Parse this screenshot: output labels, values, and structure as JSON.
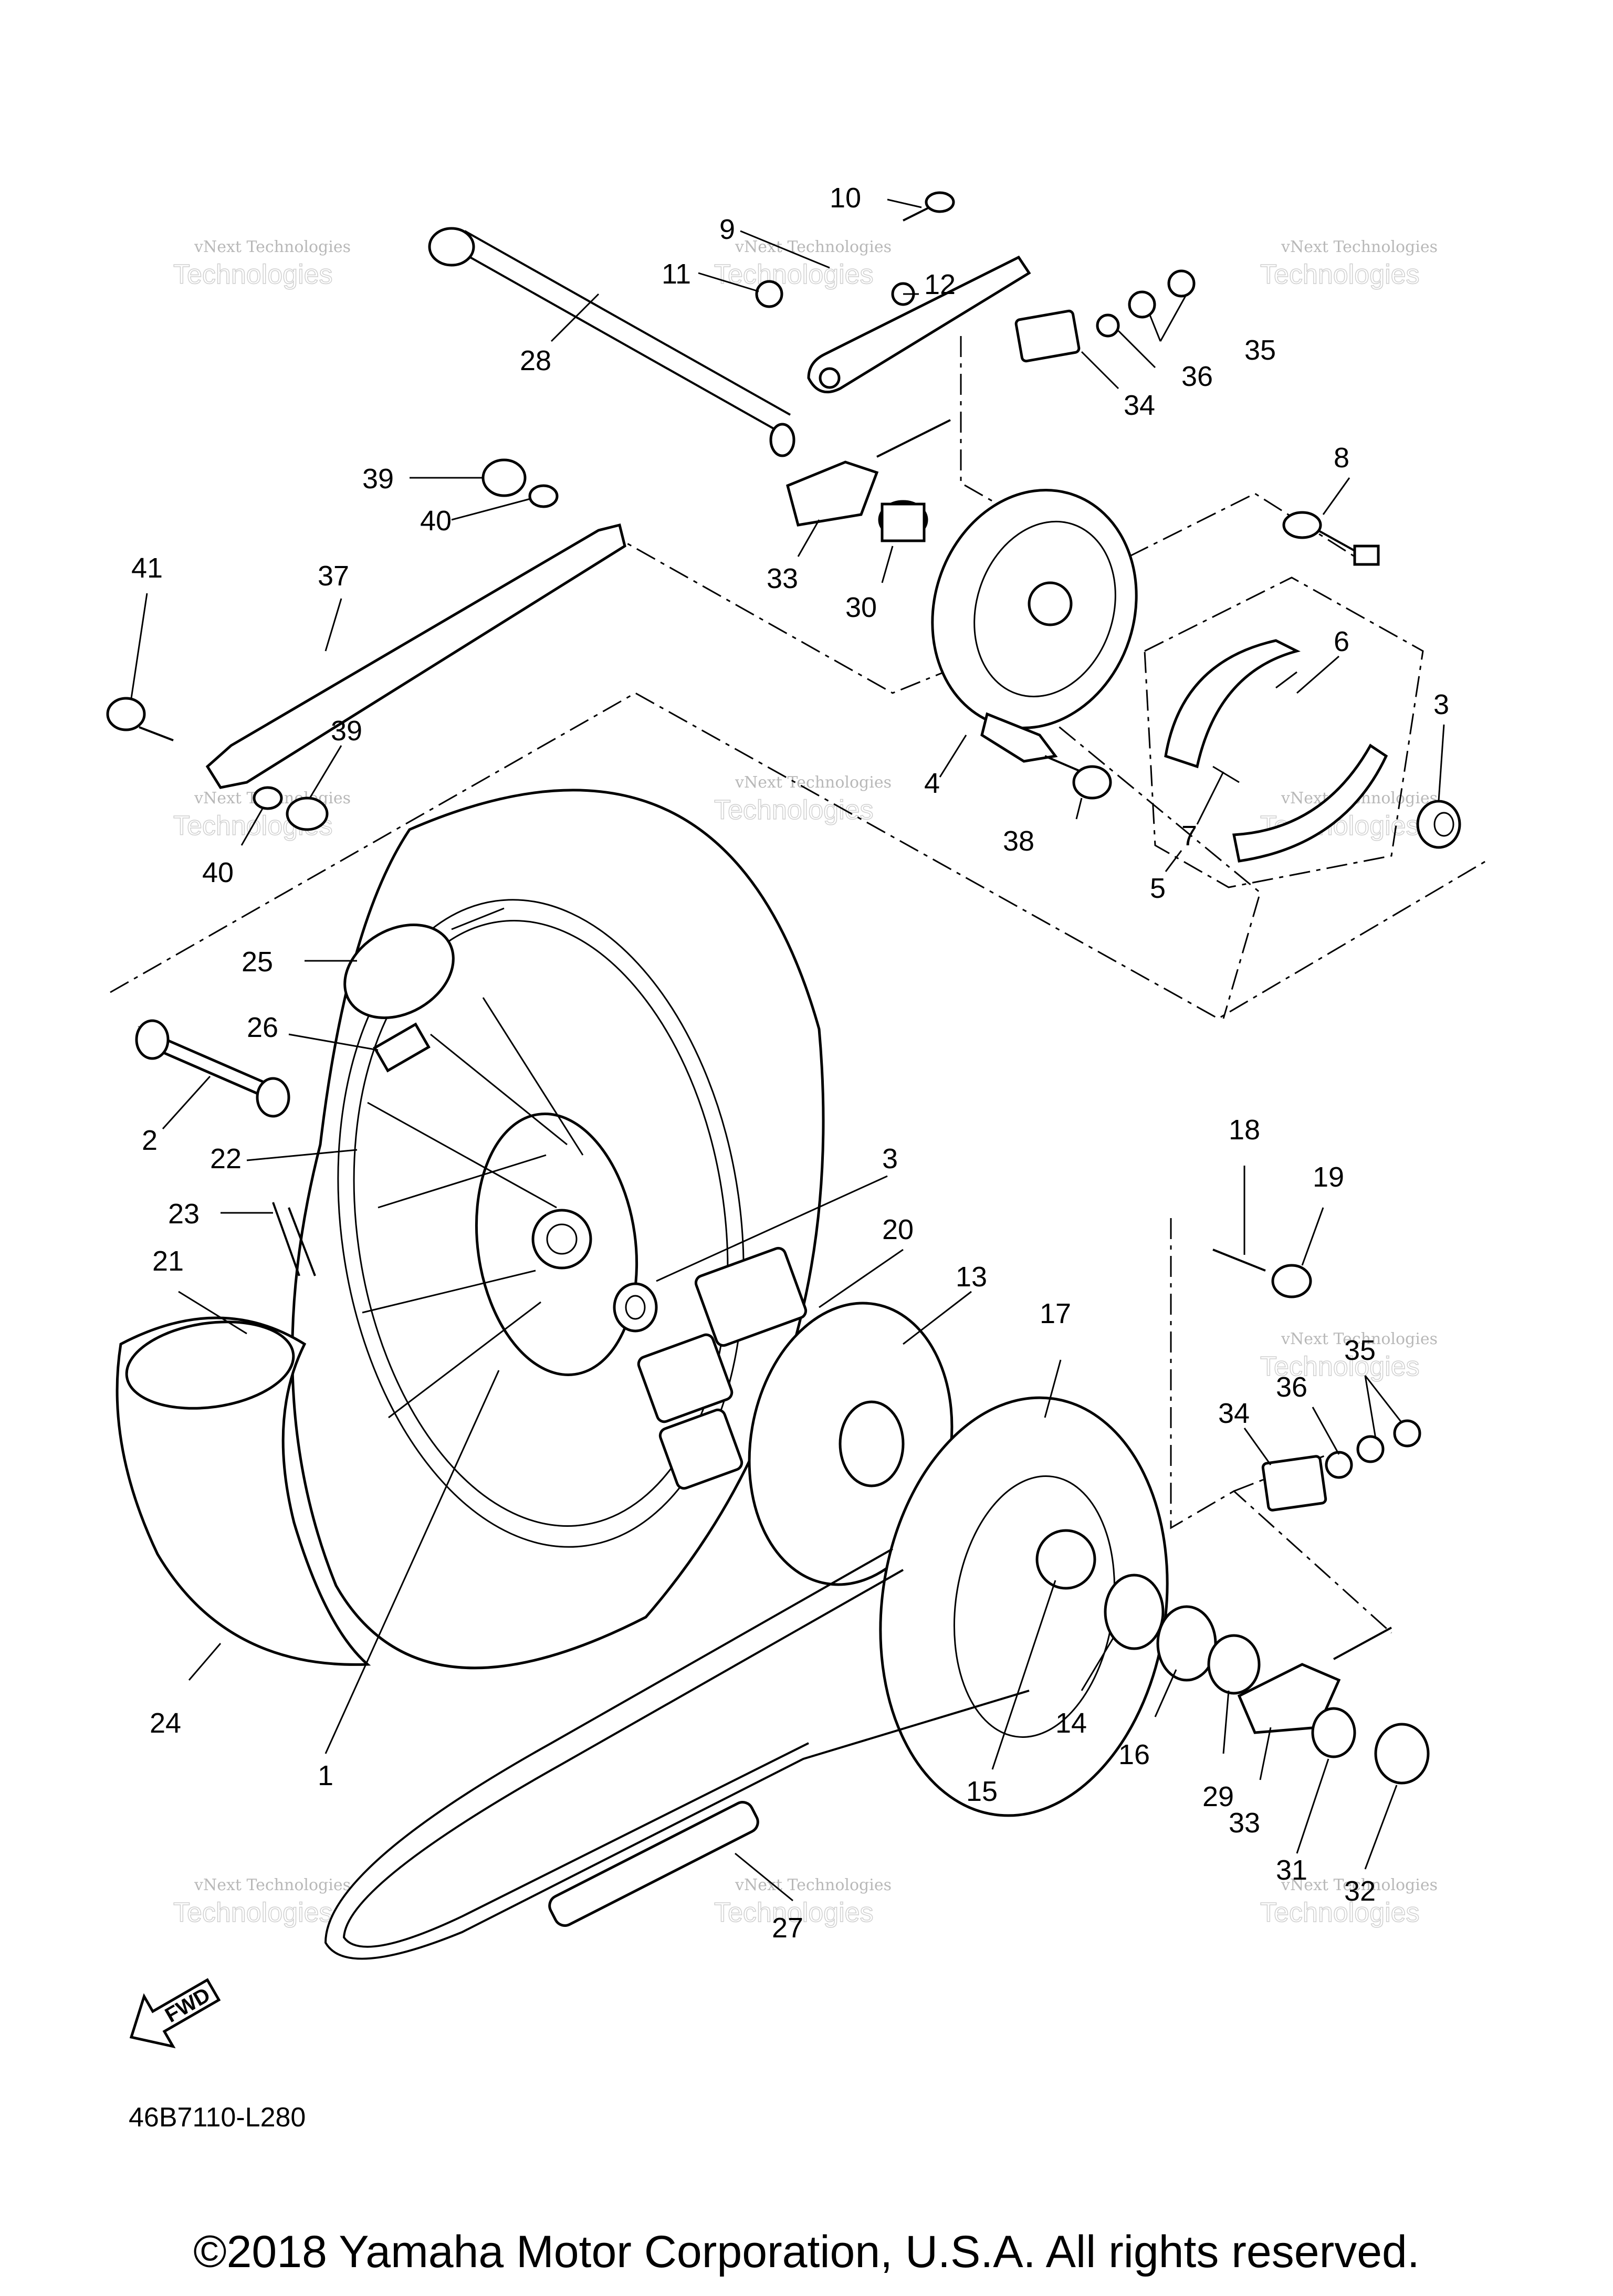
{
  "diagram": {
    "reference_code": "46B7110-L280",
    "fwd_label": "FWD",
    "copyright": "©2018 Yamaha Motor Corporation, U.S.A. All rights reserved.",
    "watermark": {
      "line1": "vNext Technologies",
      "line2": "Technologies"
    },
    "callouts": [
      "10",
      "9",
      "11",
      "12",
      "35",
      "36",
      "34",
      "28",
      "8",
      "39",
      "40",
      "33",
      "30",
      "41",
      "37",
      "6",
      "3",
      "39",
      "4",
      "38",
      "7",
      "5",
      "40",
      "25",
      "26",
      "2",
      "22",
      "18",
      "19",
      "3",
      "23",
      "20",
      "13",
      "17",
      "21",
      "35",
      "36",
      "34",
      "24",
      "14",
      "16",
      "29",
      "15",
      "33",
      "1",
      "31",
      "32",
      "27"
    ]
  }
}
